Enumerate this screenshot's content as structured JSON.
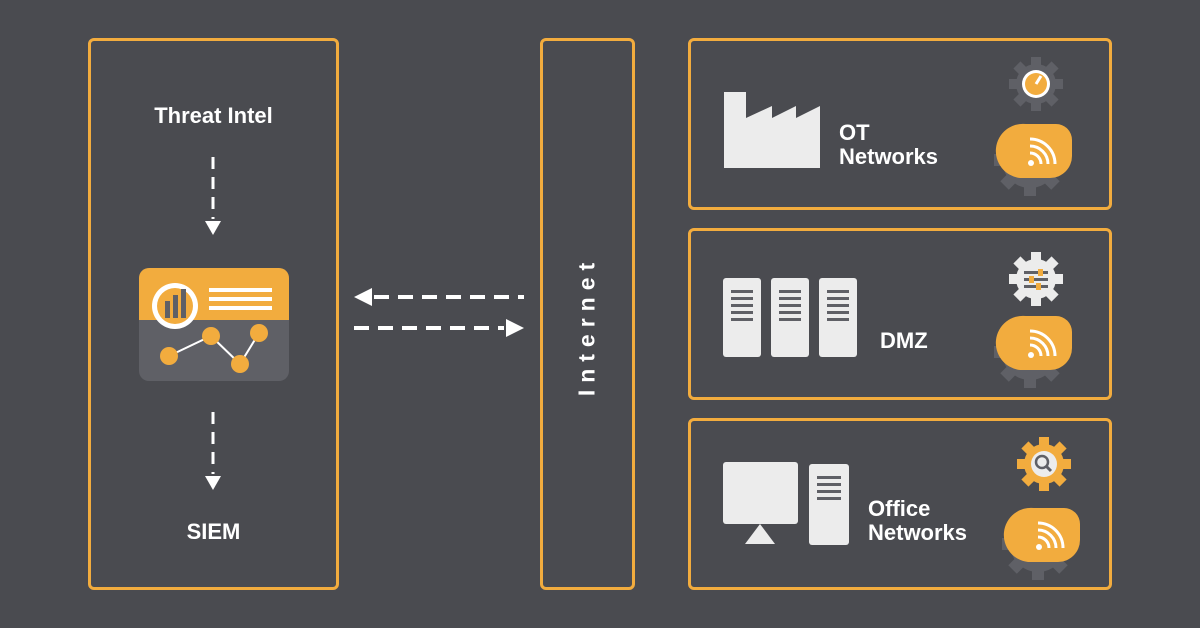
{
  "colors": {
    "background": "#4a4b50",
    "accent": "#f2ac3e",
    "light": "#ececec",
    "gear_dark": "#5f6066"
  },
  "left_panel": {
    "top_label": "Threat Intel",
    "bottom_label": "SIEM",
    "center_icon": "dashboard-analytics-icon"
  },
  "internet_panel": {
    "label": "Internet"
  },
  "networks": [
    {
      "label_line1": "OT",
      "label_line2": "Networks",
      "icon": "factory-icon",
      "badge_top": "gauge-gear-icon",
      "badge_bottom": "signal-gear-icon"
    },
    {
      "label_line1": "DMZ",
      "label_line2": "",
      "icon": "server-rack-icon",
      "badge_top": "sliders-gear-icon",
      "badge_bottom": "signal-gear-icon"
    },
    {
      "label_line1": "Office",
      "label_line2": "Networks",
      "icon": "workstation-icon",
      "badge_top": "search-gear-icon",
      "badge_bottom": "signal-gear-icon"
    }
  ],
  "arrows": {
    "vertical": "dashed-arrow-down-icon",
    "bidirectional": "dashed-arrow-bidirectional-icon"
  }
}
